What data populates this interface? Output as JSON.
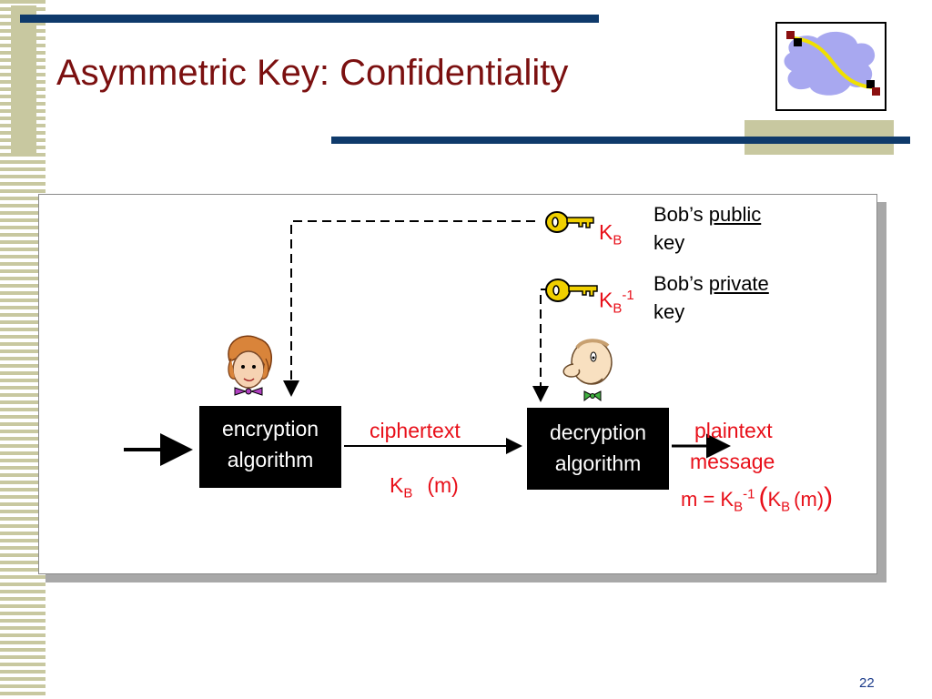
{
  "slide": {
    "title": "Asymmetric Key: Confidentiality",
    "page_number": "22"
  },
  "diagram": {
    "encryption": {
      "line1": "encryption",
      "line2": "algorithm"
    },
    "decryption": {
      "line1": "decryption",
      "line2": "algorithm"
    },
    "ciphertext": {
      "label": "ciphertext",
      "K": "K",
      "sub": "B",
      "arg": "(m)"
    },
    "plaintext": {
      "line1": "plaintext",
      "line2": "message",
      "eq_start": "m = K",
      "sub1": "B",
      "sup1": "-1",
      "paren_open": "(",
      "K2": "K",
      "sub2": "B",
      "arg": "(m)",
      "paren_close": ")"
    },
    "public_key": {
      "K": "K",
      "sub": "B",
      "prefix": "Bob’s ",
      "word": "public",
      "suffix": "key"
    },
    "private_key": {
      "K": "K",
      "sub": "B",
      "sup": "-1",
      "prefix": "Bob’s ",
      "word": "private",
      "suffix": "key"
    }
  },
  "colors": {
    "title": "#7b1010",
    "accent_red": "#e8101a",
    "bar_navy": "#0f3a6b",
    "stripe_khaki": "#c8c8a0",
    "key_gold": "#f0d000"
  },
  "icons": [
    "network-cloud-logo-icon",
    "key-icon",
    "alice-icon",
    "bob-icon"
  ]
}
